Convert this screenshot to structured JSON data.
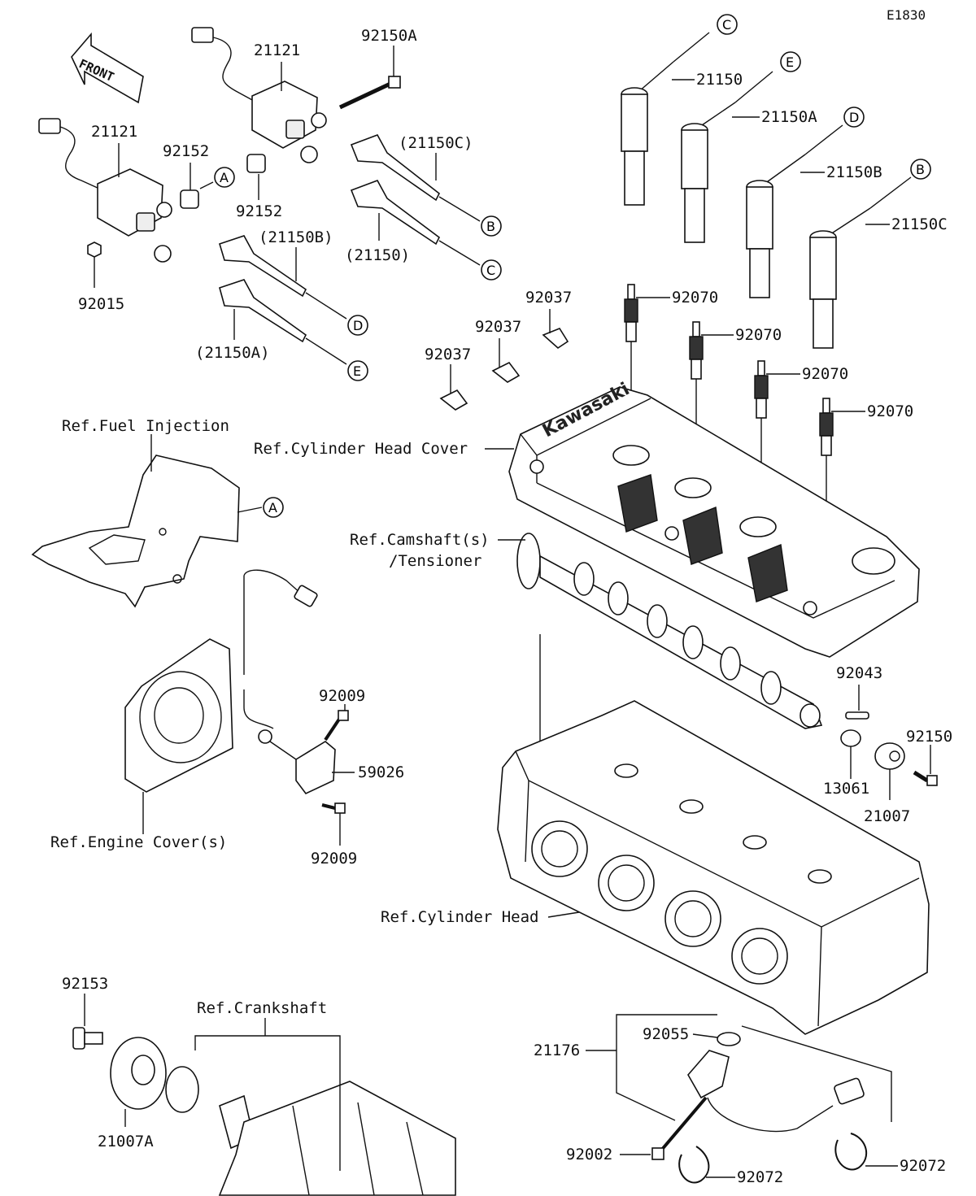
{
  "diagram_code": "E1830",
  "front_arrow_label": "FRONT",
  "part_numbers": {
    "p21121_upper": "21121",
    "p21121_lower": "21121",
    "p92150A": "92150A",
    "p92152_a": "92152",
    "p92152_b": "92152",
    "p92015": "92015",
    "p21150C_paren": "(21150C)",
    "p21150_paren": "(21150)",
    "p21150B_paren": "(21150B)",
    "p21150A_paren": "(21150A)",
    "p21150": "21150",
    "p21150A": "21150A",
    "p21150B": "21150B",
    "p21150C": "21150C",
    "p92037_a": "92037",
    "p92037_b": "92037",
    "p92037_c": "92037",
    "p92070_a": "92070",
    "p92070_b": "92070",
    "p92070_c": "92070",
    "p92070_d": "92070",
    "p92043": "92043",
    "p92150": "92150",
    "p13061": "13061",
    "p21007": "21007",
    "p92009_a": "92009",
    "p92009_b": "92009",
    "p59026": "59026",
    "p92153": "92153",
    "p21007A": "21007A",
    "p21176": "21176",
    "p92055": "92055",
    "p92002": "92002",
    "p92072_a": "92072",
    "p92072_b": "92072"
  },
  "references": {
    "fuel_injection": "Ref.Fuel Injection",
    "cylinder_head_cover": "Ref.Cylinder Head Cover",
    "camshaft_line1": "Ref.Camshaft(s)",
    "camshaft_line2": "/Tensioner",
    "engine_cover": "Ref.Engine Cover(s)",
    "cylinder_head": "Ref.Cylinder Head",
    "crankshaft": "Ref.Crankshaft"
  },
  "brand_on_cover": "Kawasaki",
  "connector_letters": {
    "A1": "A",
    "A2": "A",
    "B1": "B",
    "B2": "B",
    "C1": "C",
    "C2": "C",
    "D1": "D",
    "D2": "D",
    "E1": "E",
    "E2": "E"
  }
}
